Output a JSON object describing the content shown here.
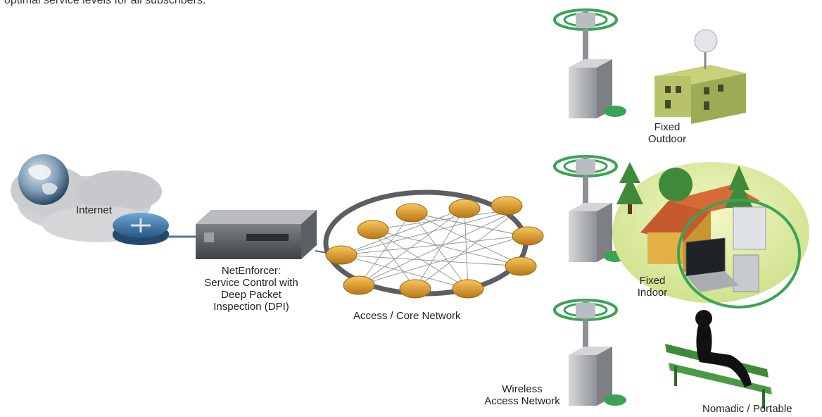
{
  "intro_text": "optimal service levels for all subscribers.",
  "labels": {
    "internet": "Internet",
    "netenforcer": [
      "NetEnforcer:",
      "Service Control with",
      "Deep Packet",
      "Inspection (DPI)"
    ],
    "access_core": "Access / Core Network",
    "fixed_outdoor": [
      "Fixed",
      "Outdoor"
    ],
    "fixed_indoor": [
      "Fixed",
      "Indoor"
    ],
    "wireless_access": [
      "Wireless",
      "Access Network"
    ],
    "nomadic": "Nomadic / Portable"
  },
  "icons": [
    "globe-icon",
    "cloud-icon",
    "router-icon",
    "server-appliance-icon",
    "router-ring-icon",
    "base-station-icon",
    "building-icon",
    "house-icon",
    "laptop-icon",
    "desktop-icon",
    "person-on-bench-icon"
  ],
  "colors": {
    "router_orange": "#e0a030",
    "router_blue": "#3f7fb8",
    "green_wave": "#3aa356",
    "cloud_gray": "#c9cbcd",
    "house_red": "#c45a2e",
    "building_green": "#b8c26a",
    "tree_green": "#3f8a3a"
  }
}
